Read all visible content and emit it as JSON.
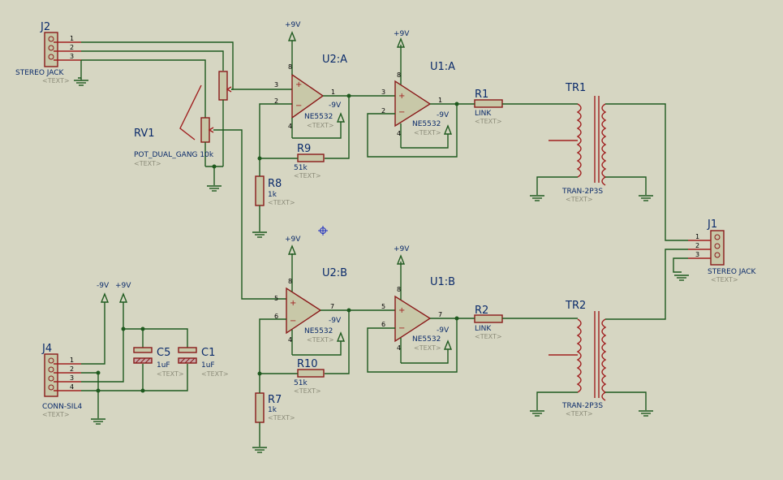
{
  "text_placeholder": "<TEXT>",
  "supply": {
    "pos": "+9V",
    "neg": "-9V"
  },
  "pin_numbers": {
    "p1": "1",
    "p2": "2",
    "p3": "3",
    "p4": "4",
    "p5": "5",
    "p6": "6",
    "p7": "7",
    "p8": "8"
  },
  "components": {
    "J2": {
      "ref": "J2",
      "value": "STEREO JACK"
    },
    "J1": {
      "ref": "J1",
      "value": "STEREO JACK"
    },
    "J4": {
      "ref": "J4",
      "value": "CONN-SIL4"
    },
    "RV1": {
      "ref": "RV1",
      "value": "POT_DUAL_GANG 10k"
    },
    "U2A": {
      "ref": "U2:A",
      "value": "NE5532"
    },
    "U2B": {
      "ref": "U2:B",
      "value": "NE5532"
    },
    "U1A": {
      "ref": "U1:A",
      "value": "NE5532"
    },
    "U1B": {
      "ref": "U1:B",
      "value": "NE5532"
    },
    "R1": {
      "ref": "R1",
      "value": "LINK"
    },
    "R2": {
      "ref": "R2",
      "value": "LINK"
    },
    "R7": {
      "ref": "R7",
      "value": "1k"
    },
    "R8": {
      "ref": "R8",
      "value": "1k"
    },
    "R9": {
      "ref": "R9",
      "value": "51k"
    },
    "R10": {
      "ref": "R10",
      "value": "51k"
    },
    "C1": {
      "ref": "C1",
      "value": "1uF"
    },
    "C5": {
      "ref": "C5",
      "value": "1uF"
    },
    "TR1": {
      "ref": "TR1",
      "value": "TRAN-2P3S"
    },
    "TR2": {
      "ref": "TR2",
      "value": "TRAN-2P3S"
    }
  },
  "colors": {
    "background": "#d6d6c2",
    "wire": "#1f5a1f",
    "component": "#8a1a1a",
    "label": "#0b2b6b",
    "placeholder": "#8c8c7a"
  }
}
